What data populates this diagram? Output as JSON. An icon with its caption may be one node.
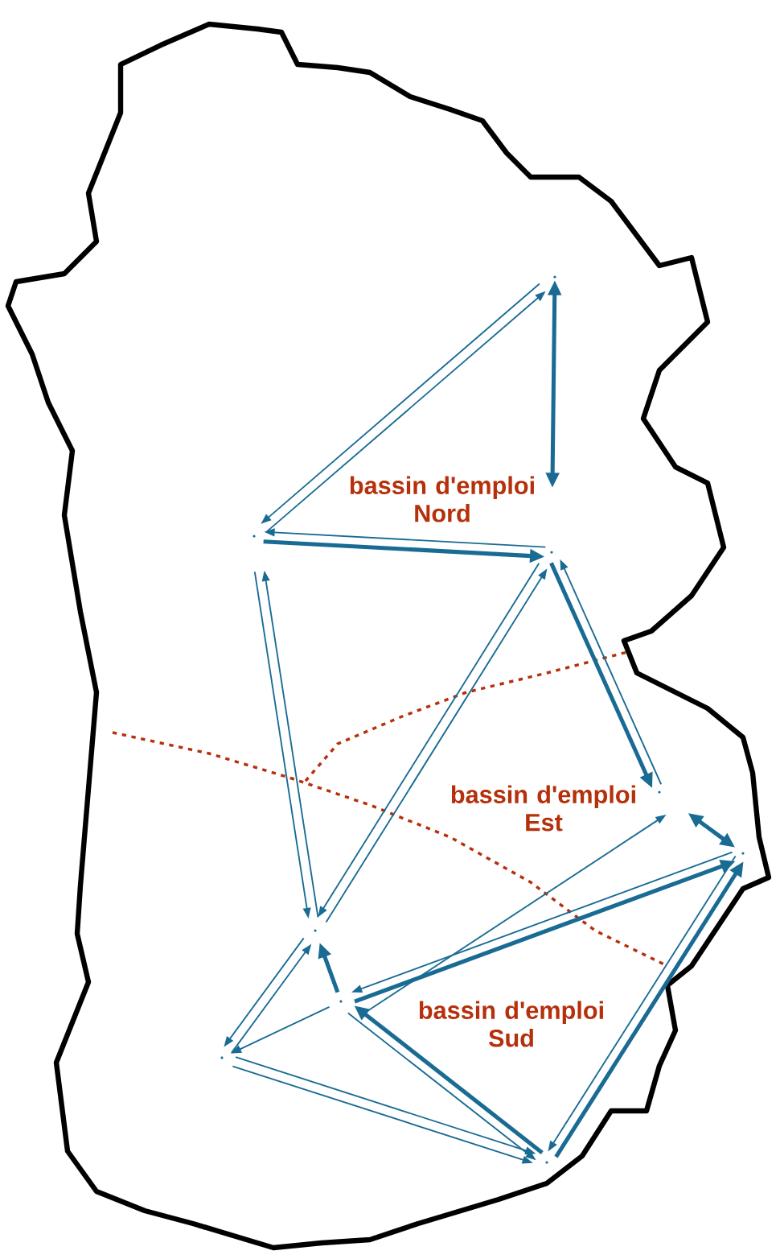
{
  "diagram": {
    "nodes": [
      {
        "text": [],
        "shape": "point"
      },
      {
        "text": [],
        "shape": "point"
      },
      {
        "text": [],
        "shape": "point"
      },
      {
        "text": [],
        "shape": "point"
      },
      {
        "text": [],
        "shape": "point"
      },
      {
        "text": [],
        "shape": "point"
      },
      {
        "text": [],
        "shape": "point"
      },
      {
        "text": [],
        "shape": "point"
      },
      {
        "text": [],
        "shape": "point"
      }
    ],
    "edges": [
      {
        "from": 0,
        "to": 1,
        "arrow": "to"
      },
      {
        "from": 1,
        "to": 0,
        "arrow": "to"
      },
      {
        "from": 0,
        "to": 2,
        "arrow": "both",
        "style": "thick"
      },
      {
        "from": 1,
        "to": 2,
        "arrow": "to",
        "style": "thick"
      },
      {
        "from": 2,
        "to": 1,
        "arrow": "to"
      },
      {
        "from": 1,
        "to": 5,
        "arrow": "to"
      },
      {
        "from": 5,
        "to": 1,
        "arrow": "to"
      },
      {
        "from": 2,
        "to": 5,
        "arrow": "to"
      },
      {
        "from": 5,
        "to": 2,
        "arrow": "to"
      },
      {
        "from": 2,
        "to": 3,
        "arrow": "to",
        "style": "thick"
      },
      {
        "from": 3,
        "to": 2,
        "arrow": "to"
      },
      {
        "from": 3,
        "to": 4,
        "arrow": "both",
        "style": "thick"
      },
      {
        "from": 6,
        "to": 3,
        "arrow": "to"
      },
      {
        "from": 6,
        "to": 4,
        "arrow": "to",
        "style": "thick"
      },
      {
        "from": 4,
        "to": 6,
        "arrow": "to"
      },
      {
        "from": 6,
        "to": 5,
        "arrow": "to",
        "style": "thick"
      },
      {
        "from": 5,
        "to": 7,
        "arrow": "to"
      },
      {
        "from": 7,
        "to": 5,
        "arrow": "to"
      },
      {
        "from": 6,
        "to": 7,
        "arrow": "to"
      },
      {
        "from": 7,
        "to": 8,
        "arrow": "to"
      },
      {
        "from": 7,
        "to": 8,
        "arrow": "to"
      },
      {
        "from": 8,
        "to": 6,
        "arrow": "to",
        "style": "thick"
      },
      {
        "from": 6,
        "to": 8,
        "arrow": "to"
      },
      {
        "from": 8,
        "to": 4,
        "arrow": "to",
        "style": "thick"
      },
      {
        "from": 4,
        "to": 8,
        "arrow": "to"
      }
    ],
    "labels": [
      "bassin d'emploi Nord",
      "bassin d'emploi Est",
      "bassin d'emploi Sud"
    ]
  }
}
